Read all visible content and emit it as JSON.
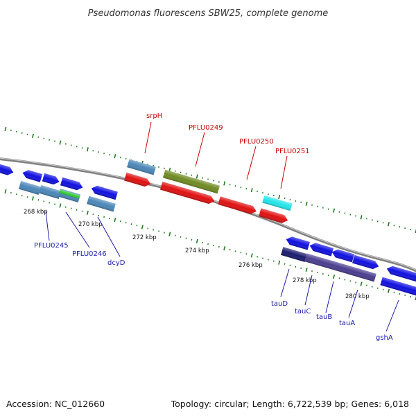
{
  "title": "Pseudomonas fluorescens SBW25, complete genome",
  "footer": {
    "accession": "Accession: NC_012660",
    "summary": "Topology: circular; Length: 6,722,539 bp; Genes: 6,018"
  },
  "ruler_ticks": [
    "268 kbp",
    "270 kbp",
    "272 kbp",
    "274 kbp",
    "276 kbp",
    "278 kbp",
    "280 kbp"
  ],
  "gene_labels": {
    "top": [
      "srpH",
      "PFLU0249",
      "PFLU0250",
      "PFLU0251"
    ],
    "bottom": [
      "PFLU0245",
      "PFLU0246",
      "dcyD",
      "tauD",
      "tauC",
      "tauB",
      "tauA",
      "gshA"
    ]
  },
  "colors": {
    "backbone": "#7f7f7f",
    "tick": "#1f7a1f",
    "forward_cds": "#1010e0",
    "reverse_cds": "#e01010",
    "forward_gene": "#4a86b8",
    "reverse_gene": "#6f8a22",
    "taupathway": "#4a3d8f",
    "green_feature": "#33cc33",
    "cyan_feature": "#22e5ea",
    "label_red": "#cc0000",
    "label_blue": "#1a1aaa"
  }
}
